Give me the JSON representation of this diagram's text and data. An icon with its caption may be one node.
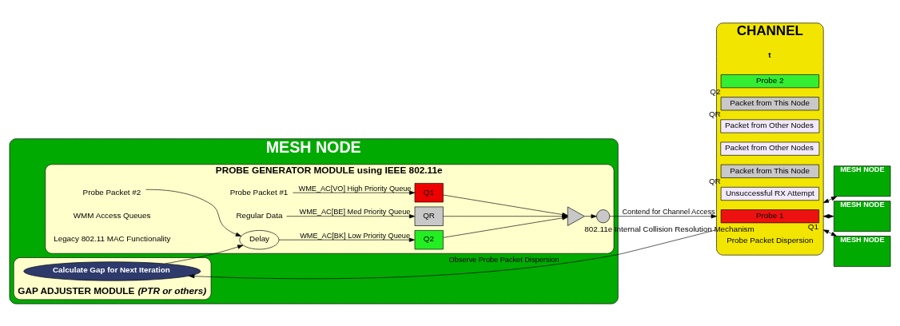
{
  "diagram": {
    "nodes": [
      {
        "text": [
          "MESH NODE"
        ]
      },
      {
        "text": [
          "PROBE GENERATOR MODULE using IEEE 802.11e"
        ],
        "in": 0
      },
      {
        "text": [
          "Probe Packet #1"
        ],
        "in": 1
      },
      {
        "text": [
          "Regular Data"
        ],
        "in": 1
      },
      {
        "text": [
          "Probe Packet #2"
        ],
        "in": 1
      },
      {
        "text": [
          "Delay"
        ],
        "in": 1
      },
      {
        "text": [
          "Q1"
        ],
        "in": 1
      },
      {
        "text": [
          "QR"
        ],
        "in": 1
      },
      {
        "text": [
          "Q2"
        ],
        "in": 1
      },
      {
        "text": [],
        "shape": "triangle",
        "beside": [
          "802.11e Internal Collision Resolution Mechanism"
        ],
        "in": 1
      },
      {
        "text": [],
        "shape": "circle",
        "in": 1
      },
      {
        "text": [
          "GAP ADJUSTER MODULE *(PTR or others)*"
        ],
        "in": 0
      },
      {
        "text": [
          "Calculate Gap for Next Iteration"
        ],
        "in": 11
      },
      {
        "text": [
          "CHANNEL"
        ]
      },
      {
        "text": [
          "Probe 1"
        ],
        "in": 13,
        "beside": [
          "Q1"
        ]
      },
      {
        "text": [
          "Unsuccessful RX Attempt"
        ],
        "in": 13
      },
      {
        "text": [
          "Packet from This Node"
        ],
        "in": 13,
        "beside": [
          "QR"
        ]
      },
      {
        "text": [
          "Packet from Other Nodes"
        ],
        "in": 13
      },
      {
        "text": [
          "Packet from Other Nodes"
        ],
        "in": 13
      },
      {
        "text": [
          "Packet from This Node"
        ],
        "in": 13,
        "beside": [
          "QR"
        ]
      },
      {
        "text": [
          "Probe 2"
        ],
        "in": 13,
        "beside": [
          "Q2"
        ]
      },
      {
        "text": [
          "MESH NODE"
        ]
      },
      {
        "text": [
          "MESH NODE"
        ]
      },
      {
        "text": [
          "MESH NODE"
        ]
      }
    ],
    "edges": [
      {
        "from": 2,
        "to": 6,
        "arrow": "to",
        "label": "WME_AC[VO] High Priority Queue"
      },
      {
        "from": 3,
        "to": 7,
        "arrow": "to",
        "label": "WME_AC[BE] Med Priority Queue"
      },
      {
        "from": 4,
        "to": 5,
        "arrow": "to"
      },
      {
        "from": 5,
        "to": 8,
        "arrow": "to",
        "label": "WME_AC[BK] Low Priority Queue"
      },
      {
        "from": 6,
        "to": 9,
        "arrow": "to"
      },
      {
        "from": 7,
        "to": 9,
        "arrow": "to"
      },
      {
        "from": 8,
        "to": 9,
        "arrow": "to"
      },
      {
        "from": 9,
        "to": 10,
        "arrow": "to"
      },
      {
        "from": 10,
        "to": 13,
        "arrow": "to",
        "label": "Contend for Channel Access"
      },
      {
        "from": 13,
        "to": 12,
        "arrow": "to",
        "label": "Observe Probe Packet Dispersion"
      },
      {
        "from": 12,
        "to": 5,
        "arrow": "to"
      },
      {
        "from": 13,
        "to": 21,
        "arrow": "both"
      },
      {
        "from": 13,
        "to": 22,
        "arrow": "both"
      },
      {
        "from": 13,
        "to": 23,
        "arrow": "both"
      }
    ],
    "labels": [
      "WMM Access Queues",
      "Legacy 802.11 MAC Functionality",
      "Probe Packet Dispersion",
      "t"
    ]
  }
}
